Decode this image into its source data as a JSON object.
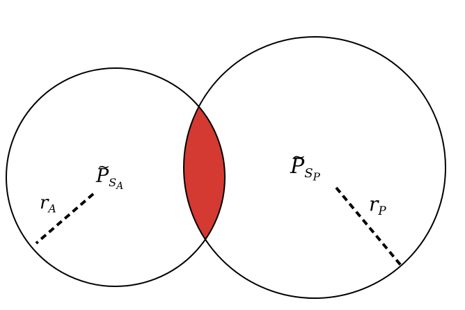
{
  "labels": {
    "center_a": {
      "base": "P",
      "tilde": "~",
      "sub": "S",
      "subsub": "A"
    },
    "center_p": {
      "base": "P",
      "tilde": "~",
      "sub": "S",
      "subsub": "P"
    },
    "radius_a": {
      "base": "r",
      "sub": "A"
    },
    "radius_p": {
      "base": "r",
      "sub": "P"
    }
  },
  "colors": {
    "intersection": "#d43a31",
    "outline": "#000000"
  }
}
